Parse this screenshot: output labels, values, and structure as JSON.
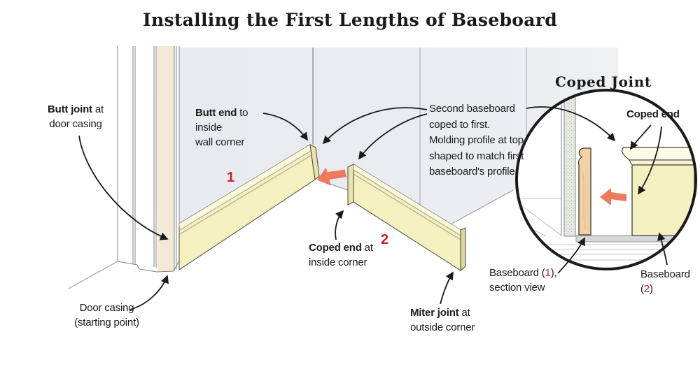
{
  "title": "Installing the First Lengths of Baseboard",
  "colors": {
    "label_red": "#c4232b",
    "arrow_orange": "#ee7a5b",
    "baseboard_yellow": "#f5f0c0",
    "baseboard_band": "#fbf8dc",
    "wall_gray": "#e7ebf0",
    "casing_cream": "#f2ead6",
    "section_tan": "#f2d2a4",
    "line_black": "#1a1a1a"
  },
  "main": {
    "labels": {
      "butt_joint": {
        "bold": "Butt joint",
        "rest": " at\ndoor casing"
      },
      "butt_end": {
        "bold": "Butt end",
        "rest": " to inside\nwall corner"
      },
      "second_baseboard": {
        "text": "Second baseboard\ncoped to first.\nMolding profile at top\nshaped to match first\nbaseboard's profile."
      },
      "coped_end": {
        "bold": "Coped end",
        "rest": " at\ninside corner"
      },
      "miter_joint": {
        "bold": "Miter joint",
        "rest": " at\noutside corner"
      },
      "door_casing": {
        "text": "Door casing\n(starting point)"
      }
    },
    "baseboard1_number": "1",
    "baseboard2_number": "2"
  },
  "inset": {
    "title": "Coped Joint",
    "coped_end_label": "Coped end",
    "baseboard1_label": {
      "pre": "Baseboard (",
      "num": "1",
      "post": "),\nsection view"
    },
    "baseboard2_label": {
      "pre": "Baseboard (",
      "num": "2",
      "post": ")"
    }
  }
}
